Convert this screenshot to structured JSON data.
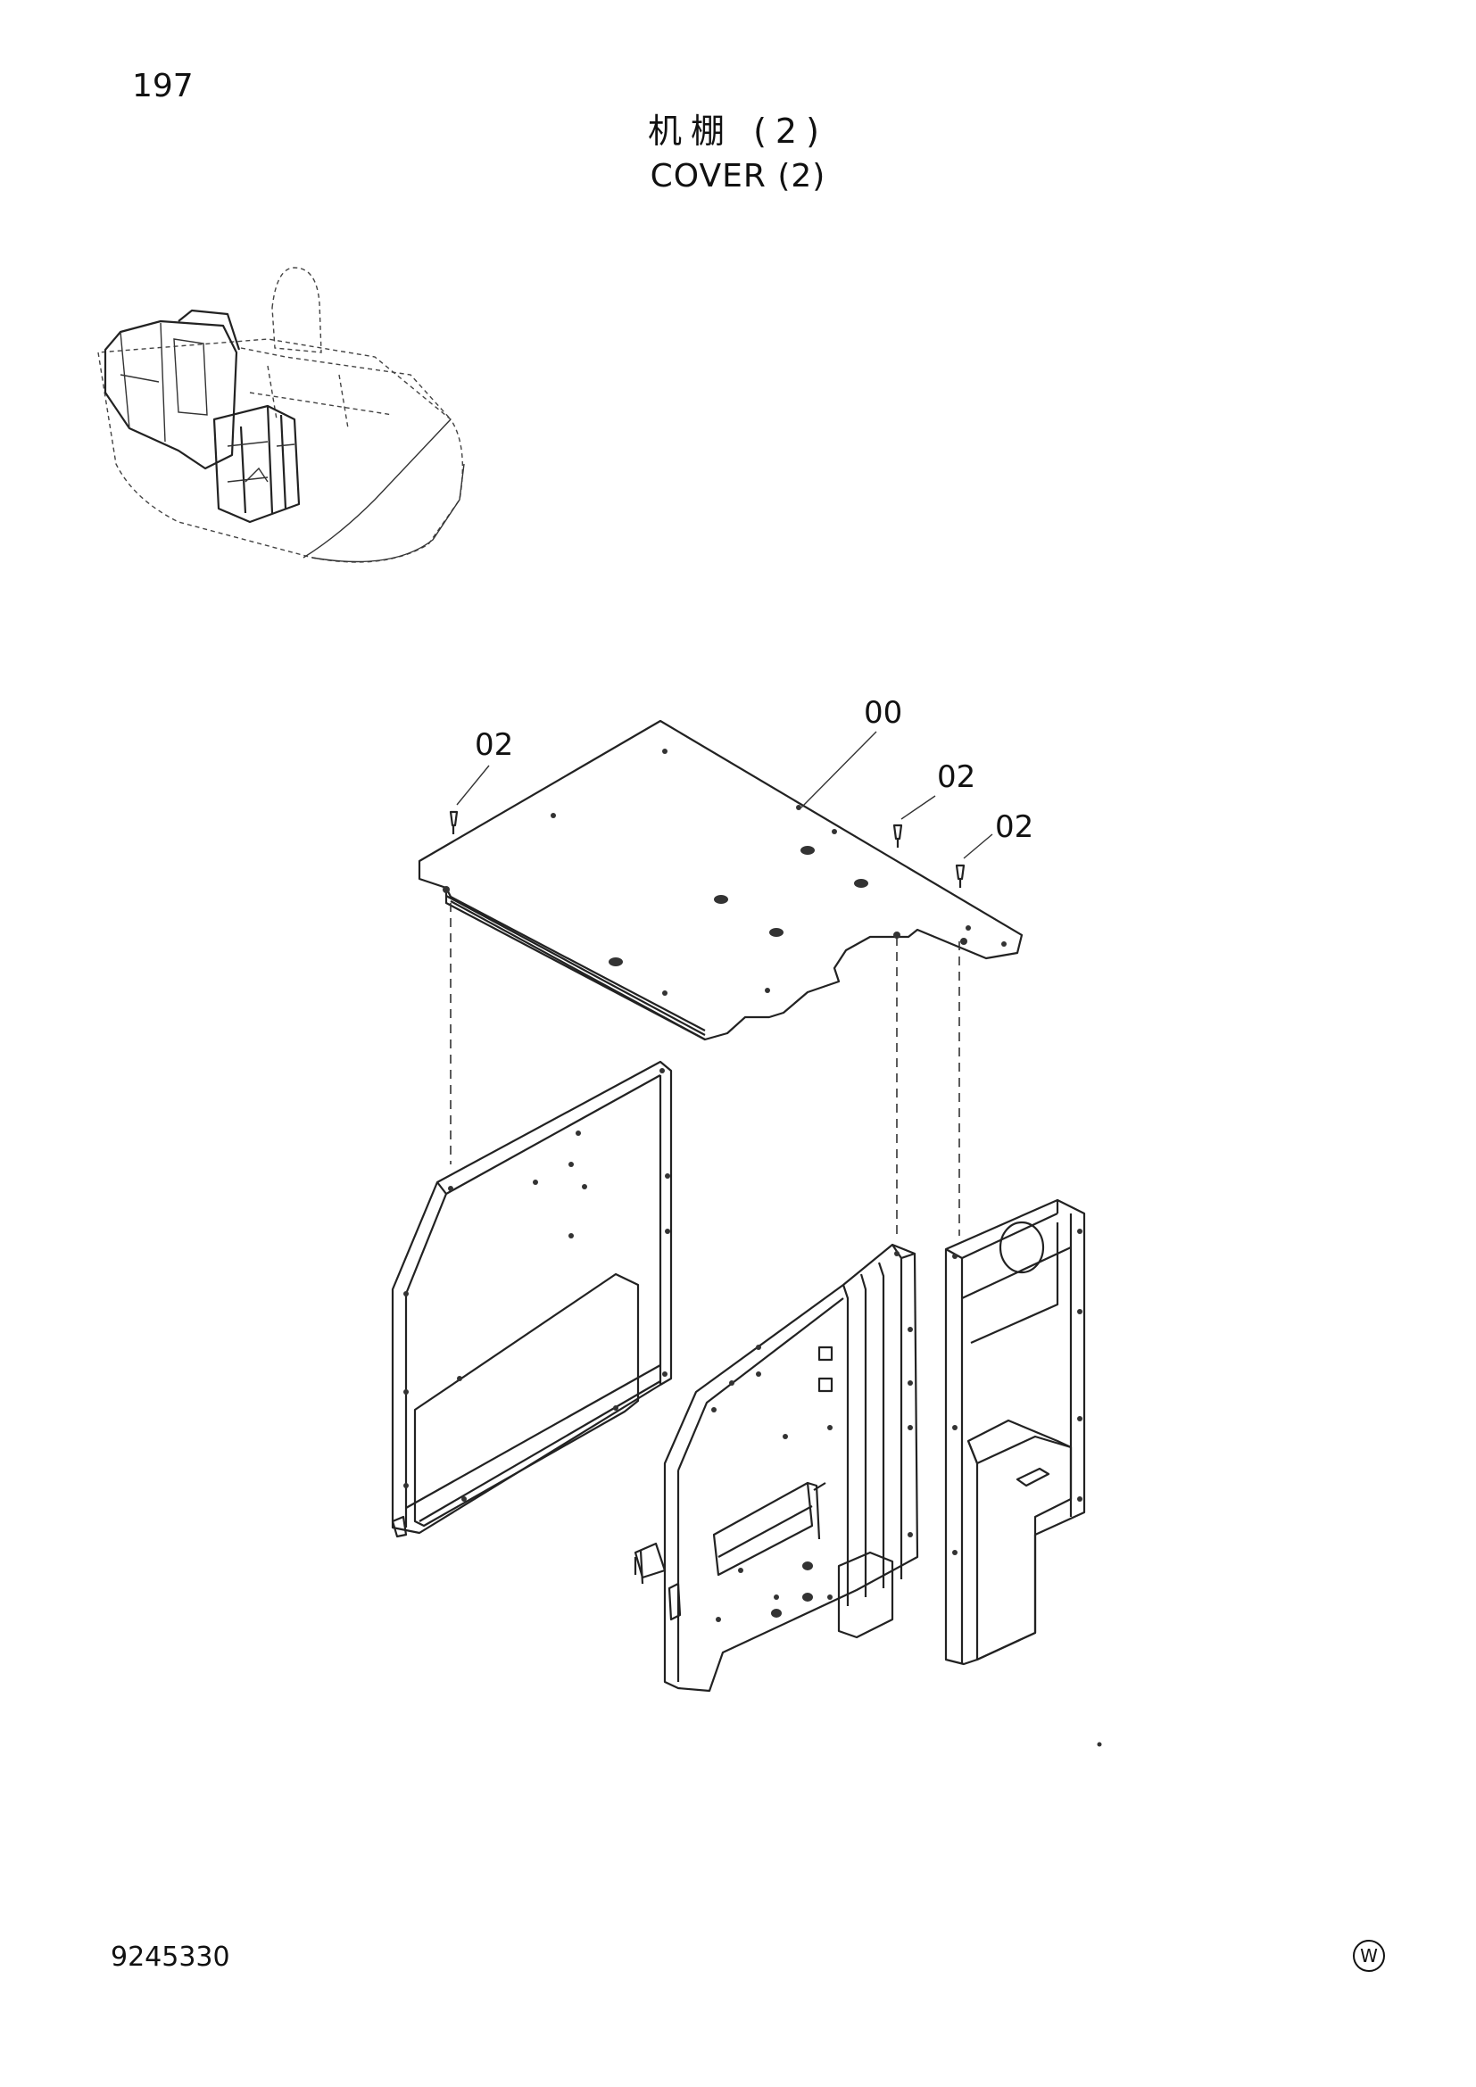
{
  "page_number": "197",
  "title": {
    "chinese": "机棚 (2)",
    "english": "COVER (2)"
  },
  "callouts": [
    {
      "id": "label-02-left",
      "text": "02"
    },
    {
      "id": "label-00",
      "text": "00"
    },
    {
      "id": "label-02-mid",
      "text": "02"
    },
    {
      "id": "label-02-right",
      "text": "02"
    }
  ],
  "footer": {
    "doc_number": "9245330",
    "mark": "W"
  },
  "icons": [
    "excavator-locator-icon",
    "bolt-icon"
  ]
}
